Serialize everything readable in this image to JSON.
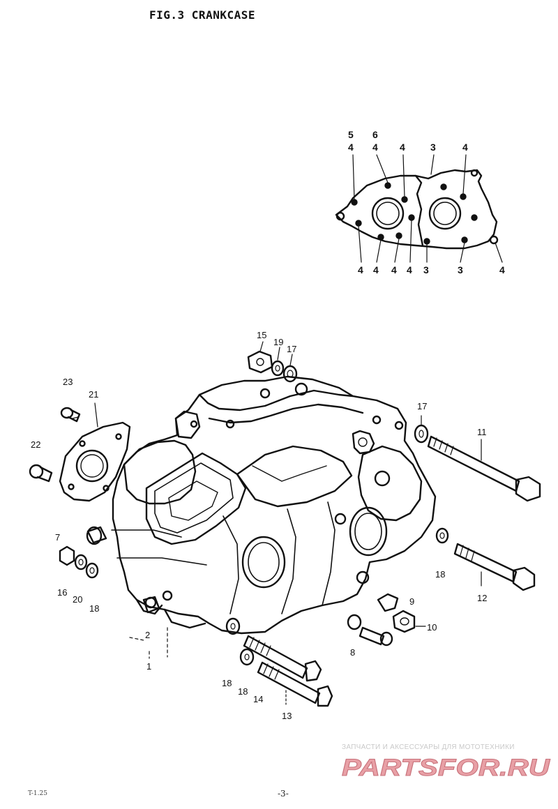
{
  "figure": {
    "title": "FIG.3  CRANKCASE",
    "page_number": "-3-",
    "corner_code": "T-1.25"
  },
  "inset_callouts": {
    "top": [
      "5",
      "4",
      "6",
      "4",
      "4",
      "3",
      "4"
    ],
    "bottom": [
      "4",
      "4",
      "4",
      "4",
      "3",
      "3",
      "4"
    ]
  },
  "main_callouts": [
    "15",
    "19",
    "17",
    "23",
    "21",
    "22",
    "17",
    "11",
    "7",
    "18",
    "16",
    "20",
    "18",
    "12",
    "9",
    "10",
    "2",
    "1",
    "8",
    "18",
    "18",
    "14",
    "13"
  ],
  "watermark": {
    "tagline": "ЗАПЧАСТИ И АКСЕССУАРЫ ДЛЯ МОТОТЕХНИКИ",
    "logo_text": "PARTSFOR.RU",
    "color": "#e8a0a6"
  }
}
